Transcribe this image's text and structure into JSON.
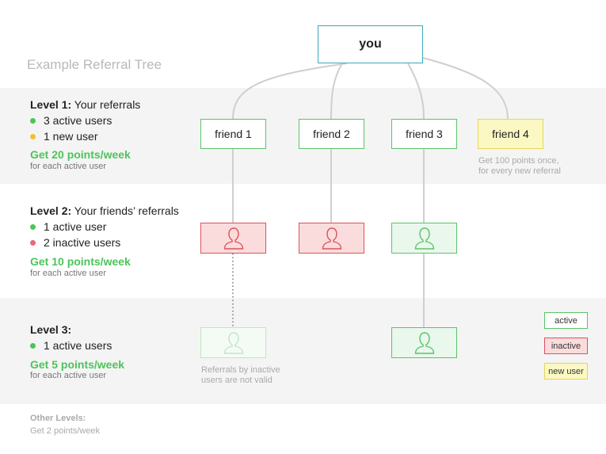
{
  "title": "Example Referral Tree",
  "root": {
    "label": "you"
  },
  "friends": [
    "friend 1",
    "friend 2",
    "friend 3",
    "friend 4"
  ],
  "friend4_note": {
    "line1": "Get 100 points once,",
    "line2": "for every new referral"
  },
  "level1": {
    "title_bold": "Level 1:",
    "title_rest": " Your referrals",
    "bullets": [
      {
        "text": "3 active users",
        "color": "#4cc45a"
      },
      {
        "text": "1 new user",
        "color": "#f0c232"
      }
    ],
    "points": "Get 20 points/week",
    "sub": "for each active user"
  },
  "level2": {
    "title_bold": "Level 2:",
    "title_rest": " Your friends’ referrals",
    "bullets": [
      {
        "text": "1 active user",
        "color": "#4cc45a"
      },
      {
        "text": "2 inactive users",
        "color": "#e56b74"
      }
    ],
    "points": "Get 10 points/week",
    "sub": "for each active user"
  },
  "level3": {
    "title_bold": "Level 3:",
    "bullets": [
      {
        "text": "1 active users",
        "color": "#4cc45a"
      }
    ],
    "points": "Get 5 points/week",
    "sub": "for each active user"
  },
  "invalid_note": {
    "line1": "Referrals by inactive",
    "line2": "users are not valid"
  },
  "legend": {
    "active": "active",
    "inactive": "inactive",
    "new_user": "new user"
  },
  "other": {
    "title": "Other Levels:",
    "sub": "Get 2 points/week"
  },
  "colors": {
    "active": "#5cc36a",
    "inactive": "#d9535e",
    "new": "#e2d85a",
    "root": "#3aa9bd",
    "points": "#4cc45a"
  }
}
